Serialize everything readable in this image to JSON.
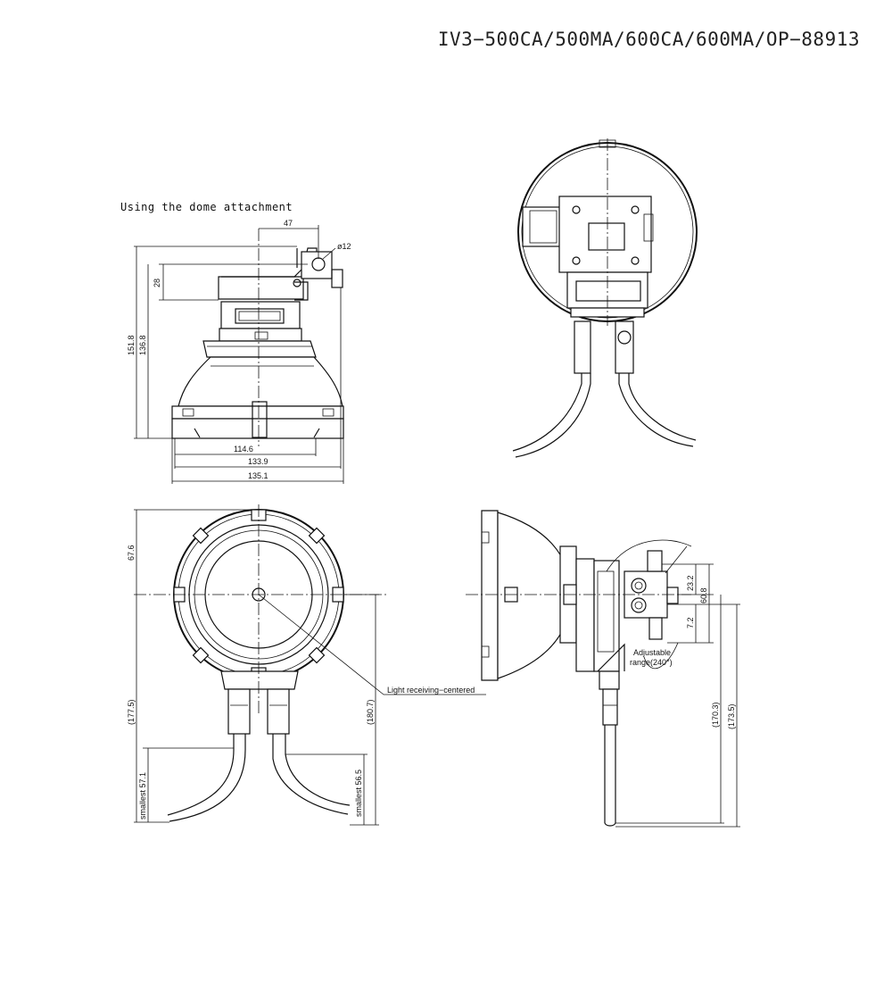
{
  "header": {
    "model": "IV3−500CA/500MA/600CA/600MA/OP−88913"
  },
  "caption": "Using the dome attachment",
  "dimensions": {
    "d47": "47",
    "dia12": "ø12",
    "d28": "28",
    "d151_8": "151.8",
    "d136_8": "136.8",
    "d114_6": "114.6",
    "d133_9": "133.9",
    "d135_1": "135.1",
    "d67_6": "67.6",
    "d177_5": "(177.5)",
    "d180_7": "(180.7)",
    "smallest_57_1": "smallest  57.1",
    "smallest_56_5": "smallest  56.5",
    "d23_2": "23.2",
    "d60_8": "60.8",
    "d7_2": "7.2",
    "d170_3": "(170.3)",
    "d173_5": "(173.5)"
  },
  "notes": {
    "light_center": "Light receiving−centered",
    "adjustable_1": "Adjustable",
    "adjustable_2": "range(240°)"
  }
}
